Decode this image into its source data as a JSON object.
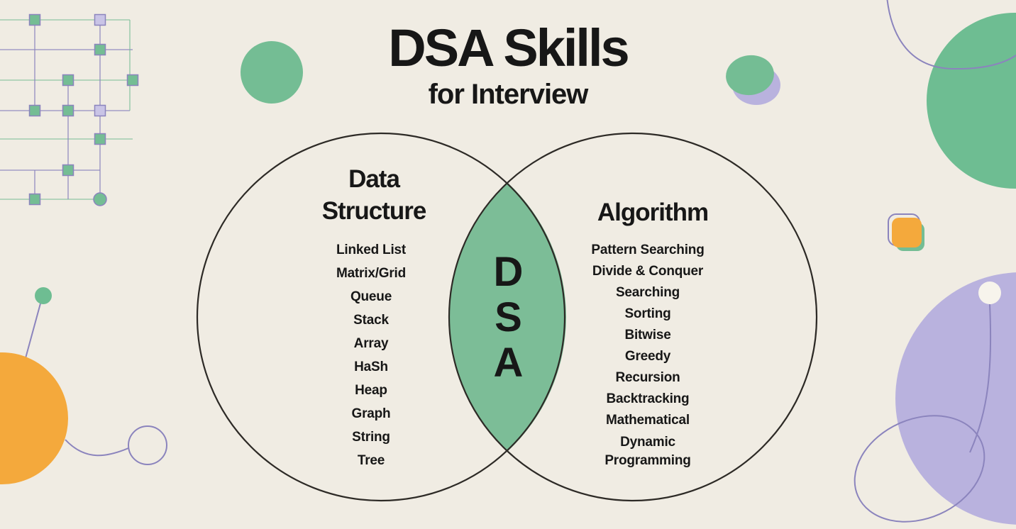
{
  "title": {
    "main": "DSA Skills",
    "subtitle": "for Interview"
  },
  "venn": {
    "left": {
      "heading_lines": [
        "Data",
        "Structure"
      ],
      "items": [
        "Linked List",
        "Matrix/Grid",
        "Queue",
        "Stack",
        "Array",
        "HaSh",
        "Heap",
        "Graph",
        "String",
        "Tree"
      ]
    },
    "intersection": {
      "letters": [
        "D",
        "S",
        "A"
      ]
    },
    "right": {
      "heading": "Algorithm",
      "items": [
        "Pattern Searching",
        "Divide & Conquer",
        "Searching",
        "Sorting",
        "Bitwise",
        "Greedy",
        "Recursion",
        "Backtracking",
        "Mathematical",
        "Dynamic Programming"
      ]
    }
  },
  "colors": {
    "bg": "#f0ece3",
    "ink": "#171717",
    "stroke-dark": "#2d2a26",
    "green": "#74bd94",
    "green-lens": "#7cbd97",
    "green-big": "#6ebd92",
    "purple": "#b9b2de",
    "purple-line": "#8b84bd",
    "purple-soft": "#c9c4e6",
    "orange": "#f4a93c",
    "cream-dot": "#f7f4ec"
  }
}
